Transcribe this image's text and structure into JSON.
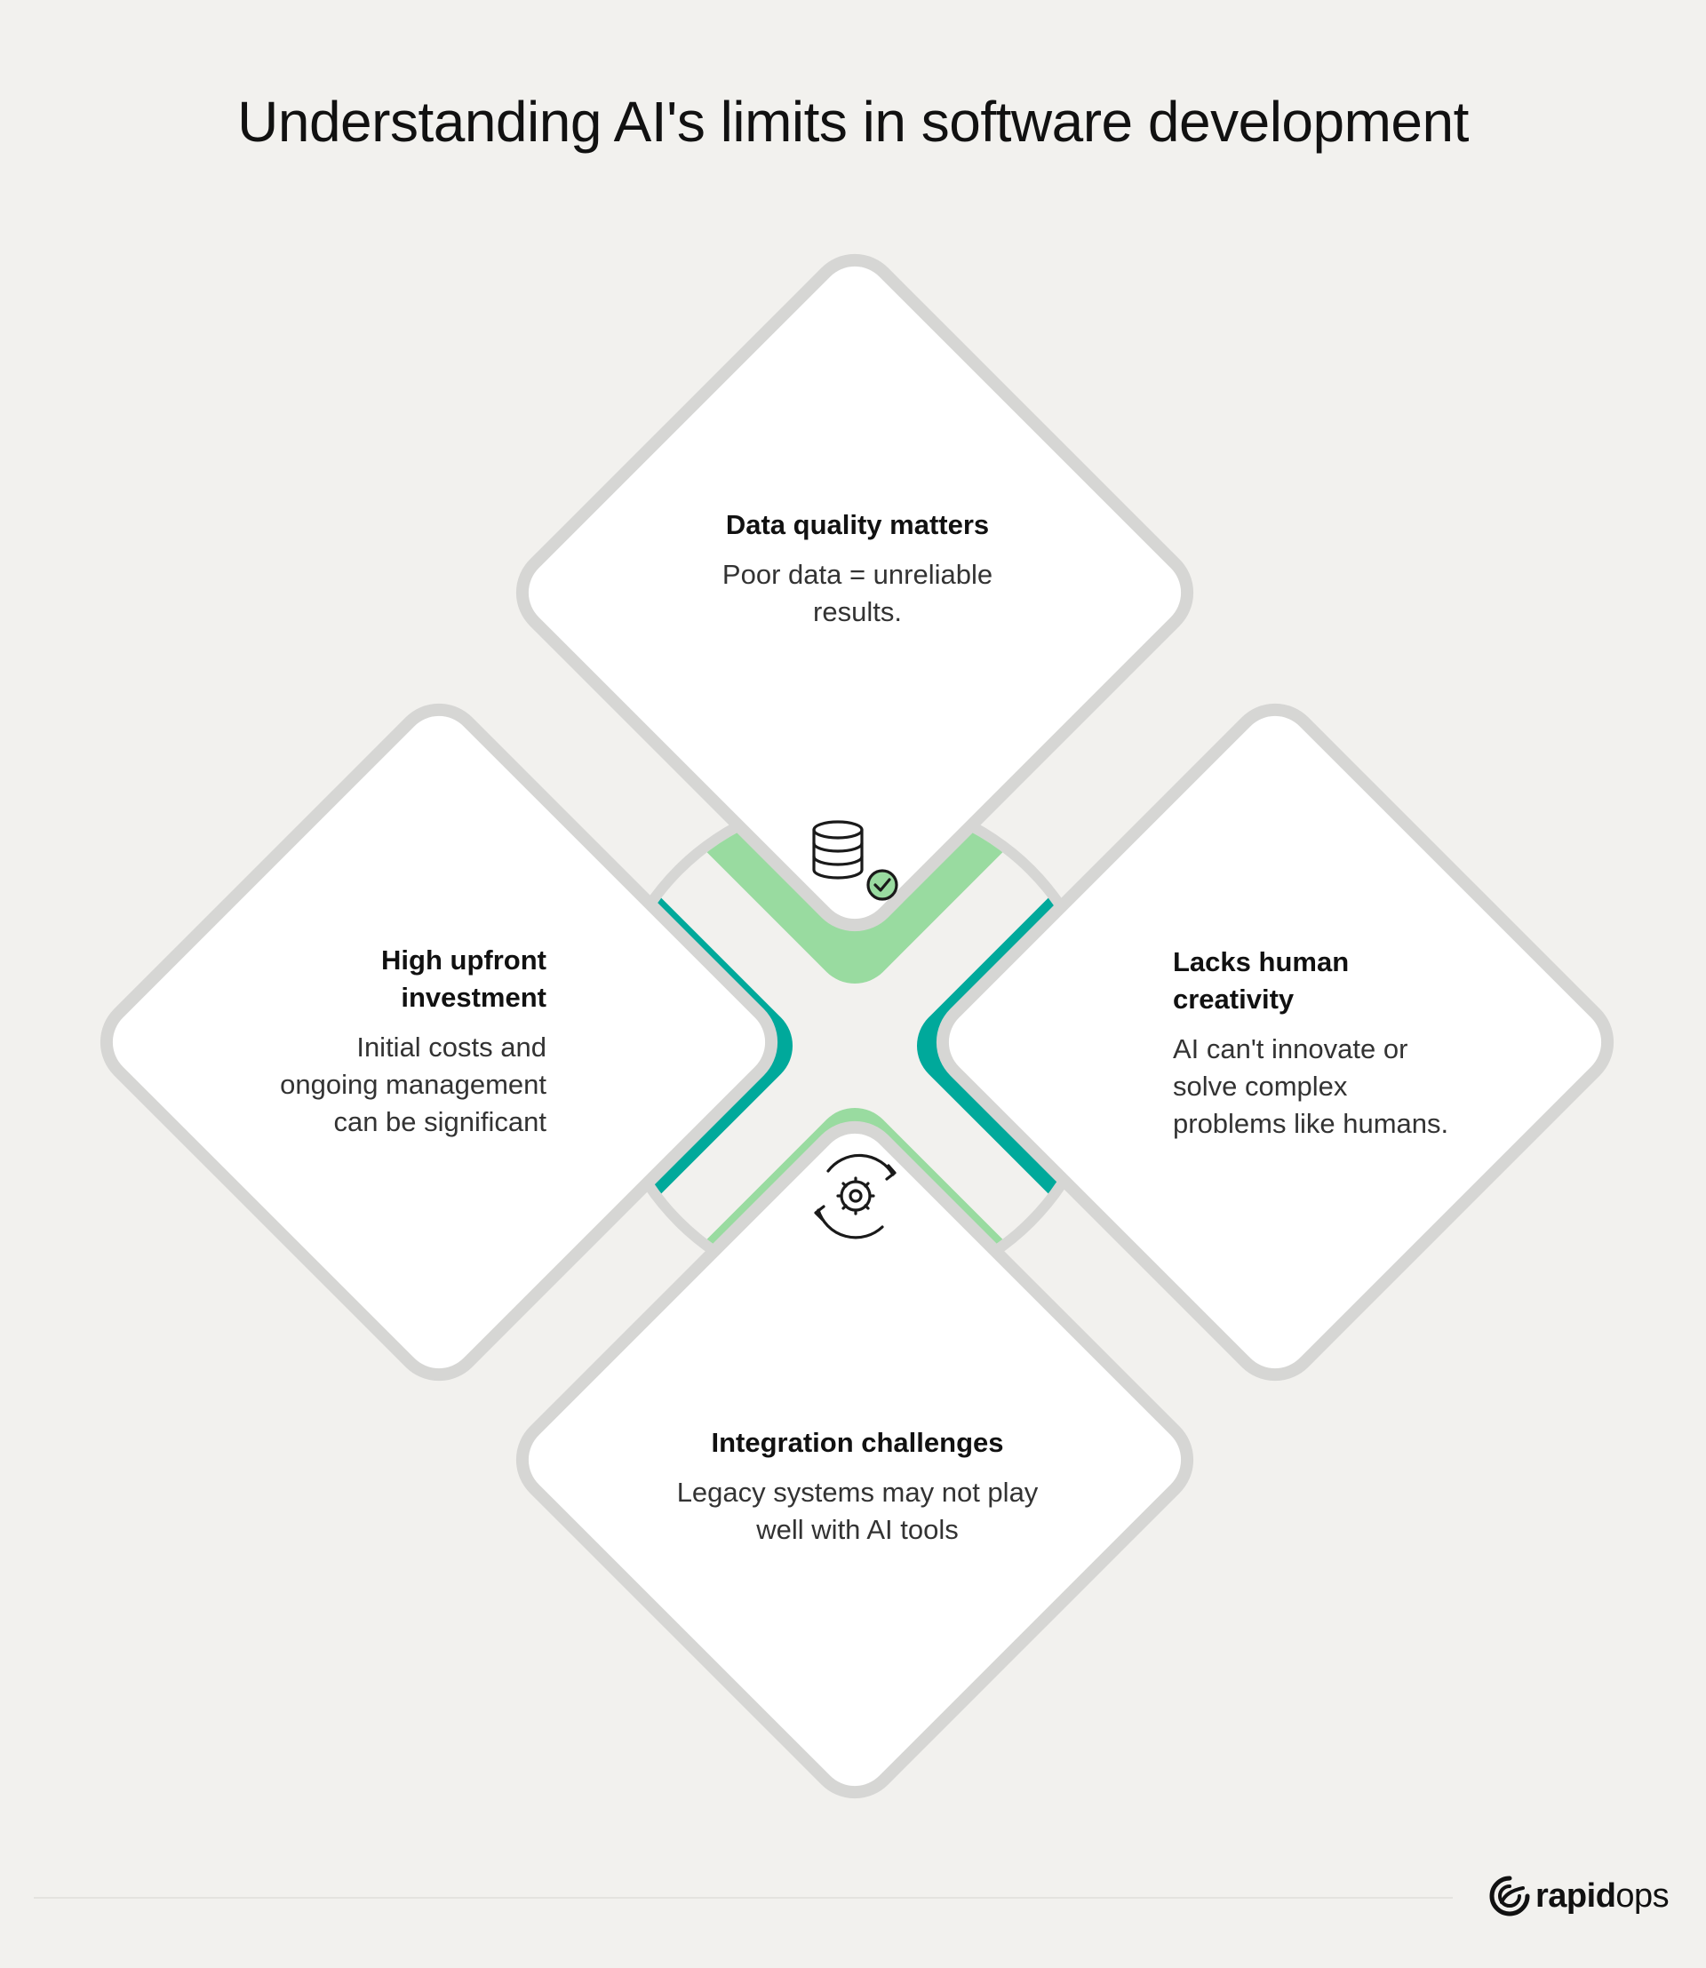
{
  "title": "Understanding AI's limits in software development",
  "cards": {
    "top": {
      "heading": "Data quality matters",
      "body": "Poor data = unreliable results.",
      "icon": "database-check-icon"
    },
    "left": {
      "heading": "High upfront investment",
      "body": "Initial costs and ongoing management can be significant",
      "icon": "growth-dollar-icon"
    },
    "right": {
      "heading": "Lacks human creativity",
      "body": "AI can't innovate or solve complex problems like humans.",
      "icon": "head-pen-icon"
    },
    "bottom": {
      "heading": "Integration challenges",
      "body": "Legacy systems may not play well with AI tools",
      "icon": "gear-cycle-icon"
    }
  },
  "colors": {
    "light_green": "#99dba0",
    "teal": "#00a99b",
    "card_border": "#d6d6d4",
    "background": "#f2f1ee"
  },
  "logo": {
    "part1": "rapid",
    "part2": "ops"
  }
}
